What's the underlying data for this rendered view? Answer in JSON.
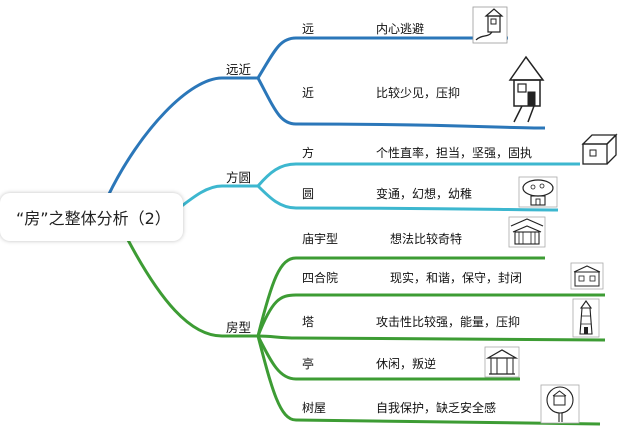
{
  "root": {
    "title": "“房”之整体分析（2）"
  },
  "colors": {
    "blue": "#2b77b9",
    "cyan": "#3db7cf",
    "green": "#3d9c34"
  },
  "branches": [
    {
      "label": "远近",
      "color": "blue",
      "children": [
        {
          "label": "远",
          "desc": "内心逃避",
          "icon": "distant-house-icon"
        },
        {
          "label": "近",
          "desc": "比较少见，压抑",
          "icon": "near-house-icon"
        }
      ]
    },
    {
      "label": "方圆",
      "color": "cyan",
      "children": [
        {
          "label": "方",
          "desc": "个性直率，担当，坚强，固执",
          "icon": "square-house-icon"
        },
        {
          "label": "圆",
          "desc": "变通，幻想，幼稚",
          "icon": "round-house-icon"
        }
      ]
    },
    {
      "label": "房型",
      "color": "green",
      "children": [
        {
          "label": "庙宇型",
          "desc": "想法比较奇特",
          "icon": "temple-icon"
        },
        {
          "label": "四合院",
          "desc": "现实，和谐，保守，封闭",
          "icon": "courtyard-house-icon"
        },
        {
          "label": "塔",
          "desc": "攻击性比较强，能量，压抑",
          "icon": "tower-icon"
        },
        {
          "label": "亭",
          "desc": "休闲，叛逆",
          "icon": "pavilion-icon"
        },
        {
          "label": "树屋",
          "desc": "自我保护，缺乏安全感",
          "icon": "tree-house-icon"
        }
      ]
    }
  ]
}
